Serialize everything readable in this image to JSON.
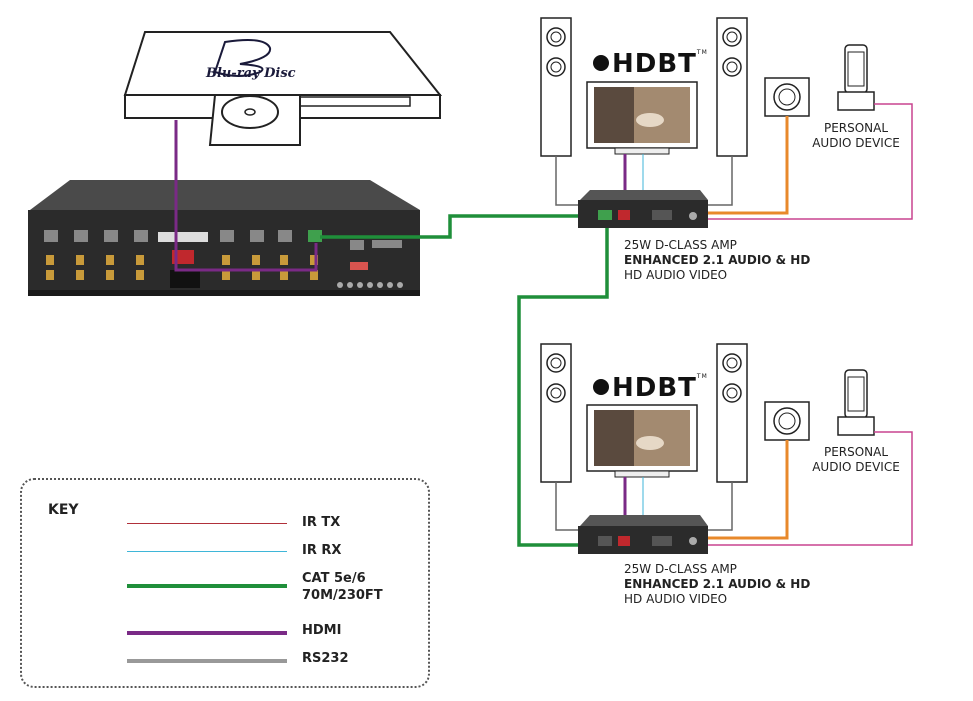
{
  "bluray": {
    "logo_text": "Blu-ray Disc"
  },
  "hdbt_logo": {
    "text": "HDBT",
    "tm": "TM"
  },
  "zones": [
    {
      "personal_audio_label_line1": "PERSONAL",
      "personal_audio_label_line2": "AUDIO DEVICE",
      "amp_line1": "25W D-CLASS AMP",
      "amp_line2": "ENHANCED 2.1 AUDIO & HD",
      "amp_line3": "HD AUDIO VIDEO"
    },
    {
      "personal_audio_label_line1": "PERSONAL",
      "personal_audio_label_line2": "AUDIO DEVICE",
      "amp_line1": "25W D-CLASS AMP",
      "amp_line2": "ENHANCED 2.1 AUDIO & HD",
      "amp_line3": "HD AUDIO VIDEO"
    }
  ],
  "key": {
    "title": "KEY",
    "items": [
      {
        "label": "IR TX",
        "color": "#b0303a",
        "width": 1
      },
      {
        "label": "IR RX",
        "color": "#3fb6d8",
        "width": 1
      },
      {
        "label_line1": "CAT 5e/6",
        "label_line2": "70M/230FT",
        "color": "#1f8f3a",
        "width": 4
      },
      {
        "label": "HDMI",
        "color": "#7a2a86",
        "width": 4
      },
      {
        "label": "RS232",
        "color": "#999999",
        "width": 4
      }
    ]
  },
  "colors": {
    "cat": "#1f8f3a",
    "hdmi": "#7a2a86",
    "ir_rx": "#3fb6d8",
    "ir_tx": "#b0303a",
    "audio_orange": "#e8892b",
    "pink": "#c8448f",
    "device_dark": "#2b2b2b"
  }
}
